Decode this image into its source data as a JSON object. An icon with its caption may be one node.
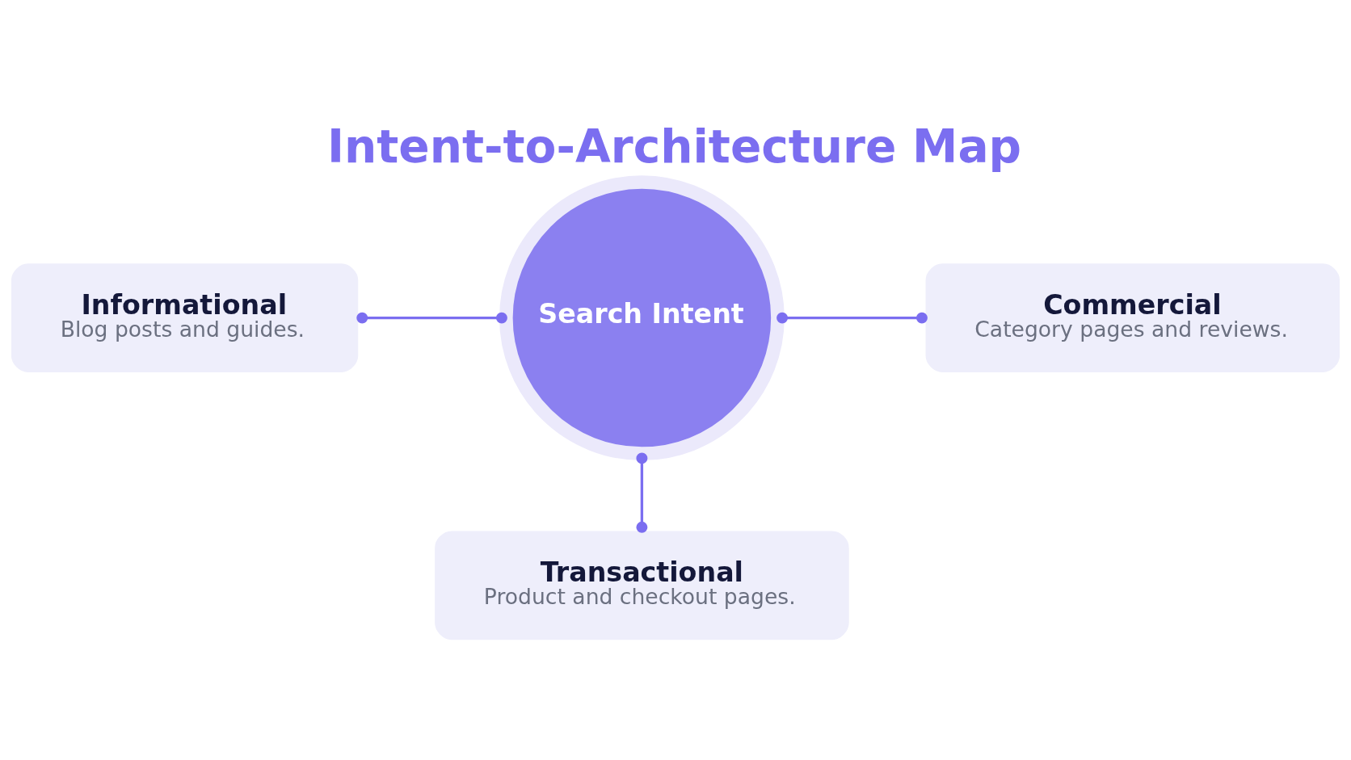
{
  "diagram": {
    "title": "Intent-to-Architecture Map",
    "nodes": [
      {
        "text": [
          "Search Intent"
        ]
      },
      {
        "text": [
          "Informational",
          "Blog posts and guides."
        ]
      },
      {
        "text": [
          "Commercial",
          "Category pages and reviews."
        ]
      },
      {
        "text": [
          "Transactional",
          "Product and checkout pages."
        ]
      }
    ],
    "edges": [
      {
        "from": 0,
        "to": 1,
        "arrow": "other"
      },
      {
        "from": 0,
        "to": 2,
        "arrow": "other"
      },
      {
        "from": 0,
        "to": 3,
        "arrow": "other"
      }
    ]
  }
}
